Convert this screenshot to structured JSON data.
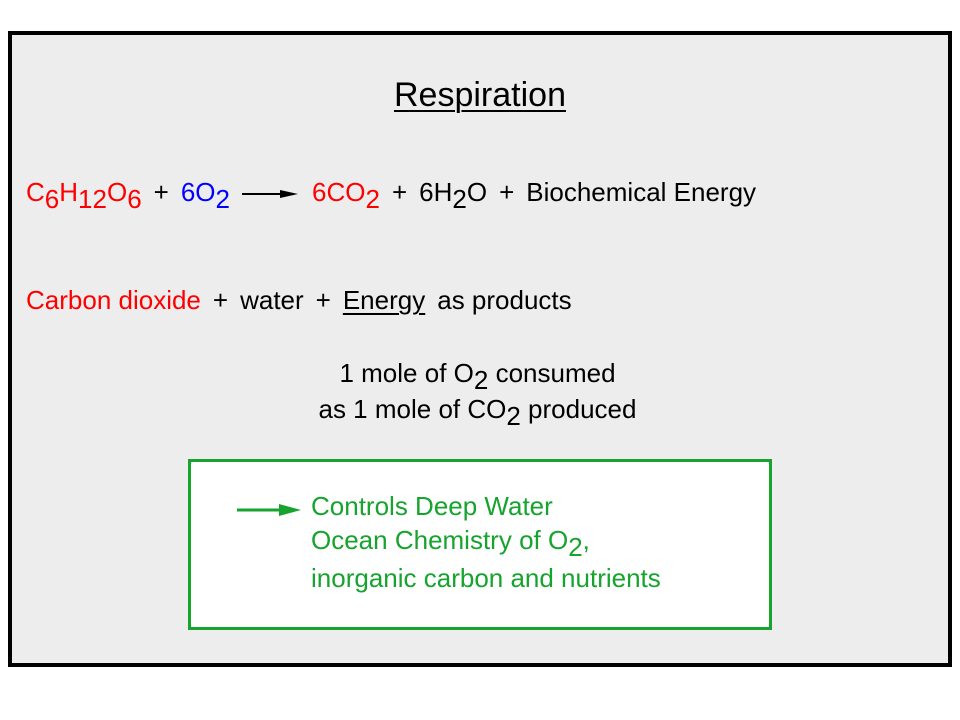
{
  "title": "Respiration",
  "equation": {
    "glucose": {
      "c": "C",
      "c_n": "6",
      "h": "H",
      "h_n": "12",
      "o": "O",
      "o_n": "6"
    },
    "plus1": "+",
    "oxygen": {
      "coef": "6O",
      "n": "2"
    },
    "co2": {
      "coef": "6CO",
      "n": "2"
    },
    "plus2": "+",
    "water": {
      "pre": "6H",
      "n": "2",
      "post": "O"
    },
    "plus3": "+",
    "energy": "Biochemical Energy"
  },
  "products_line": {
    "carbon_dioxide": "Carbon dioxide",
    "plus1": "+",
    "water": "water",
    "plus2": "+",
    "energy": "Energy",
    "suffix": "as products"
  },
  "note": {
    "line1_pre": "1 mole of O",
    "line1_sub": "2",
    "line1_post": " consumed",
    "line2_pre": "as 1 mole of CO",
    "line2_sub": "2",
    "line2_post": " produced"
  },
  "callout": {
    "line1": "Controls Deep Water",
    "line2_pre": "Ocean Chemistry of O",
    "line2_sub": "2",
    "line2_post": ",",
    "line3": "inorganic carbon and nutrients"
  },
  "colors": {
    "reactant_red": "#ff0000",
    "oxygen_blue": "#0000ff",
    "callout_green": "#16a32e",
    "background": "#ededed"
  },
  "icons": [
    "reaction-arrow-icon",
    "callout-arrow-icon"
  ]
}
